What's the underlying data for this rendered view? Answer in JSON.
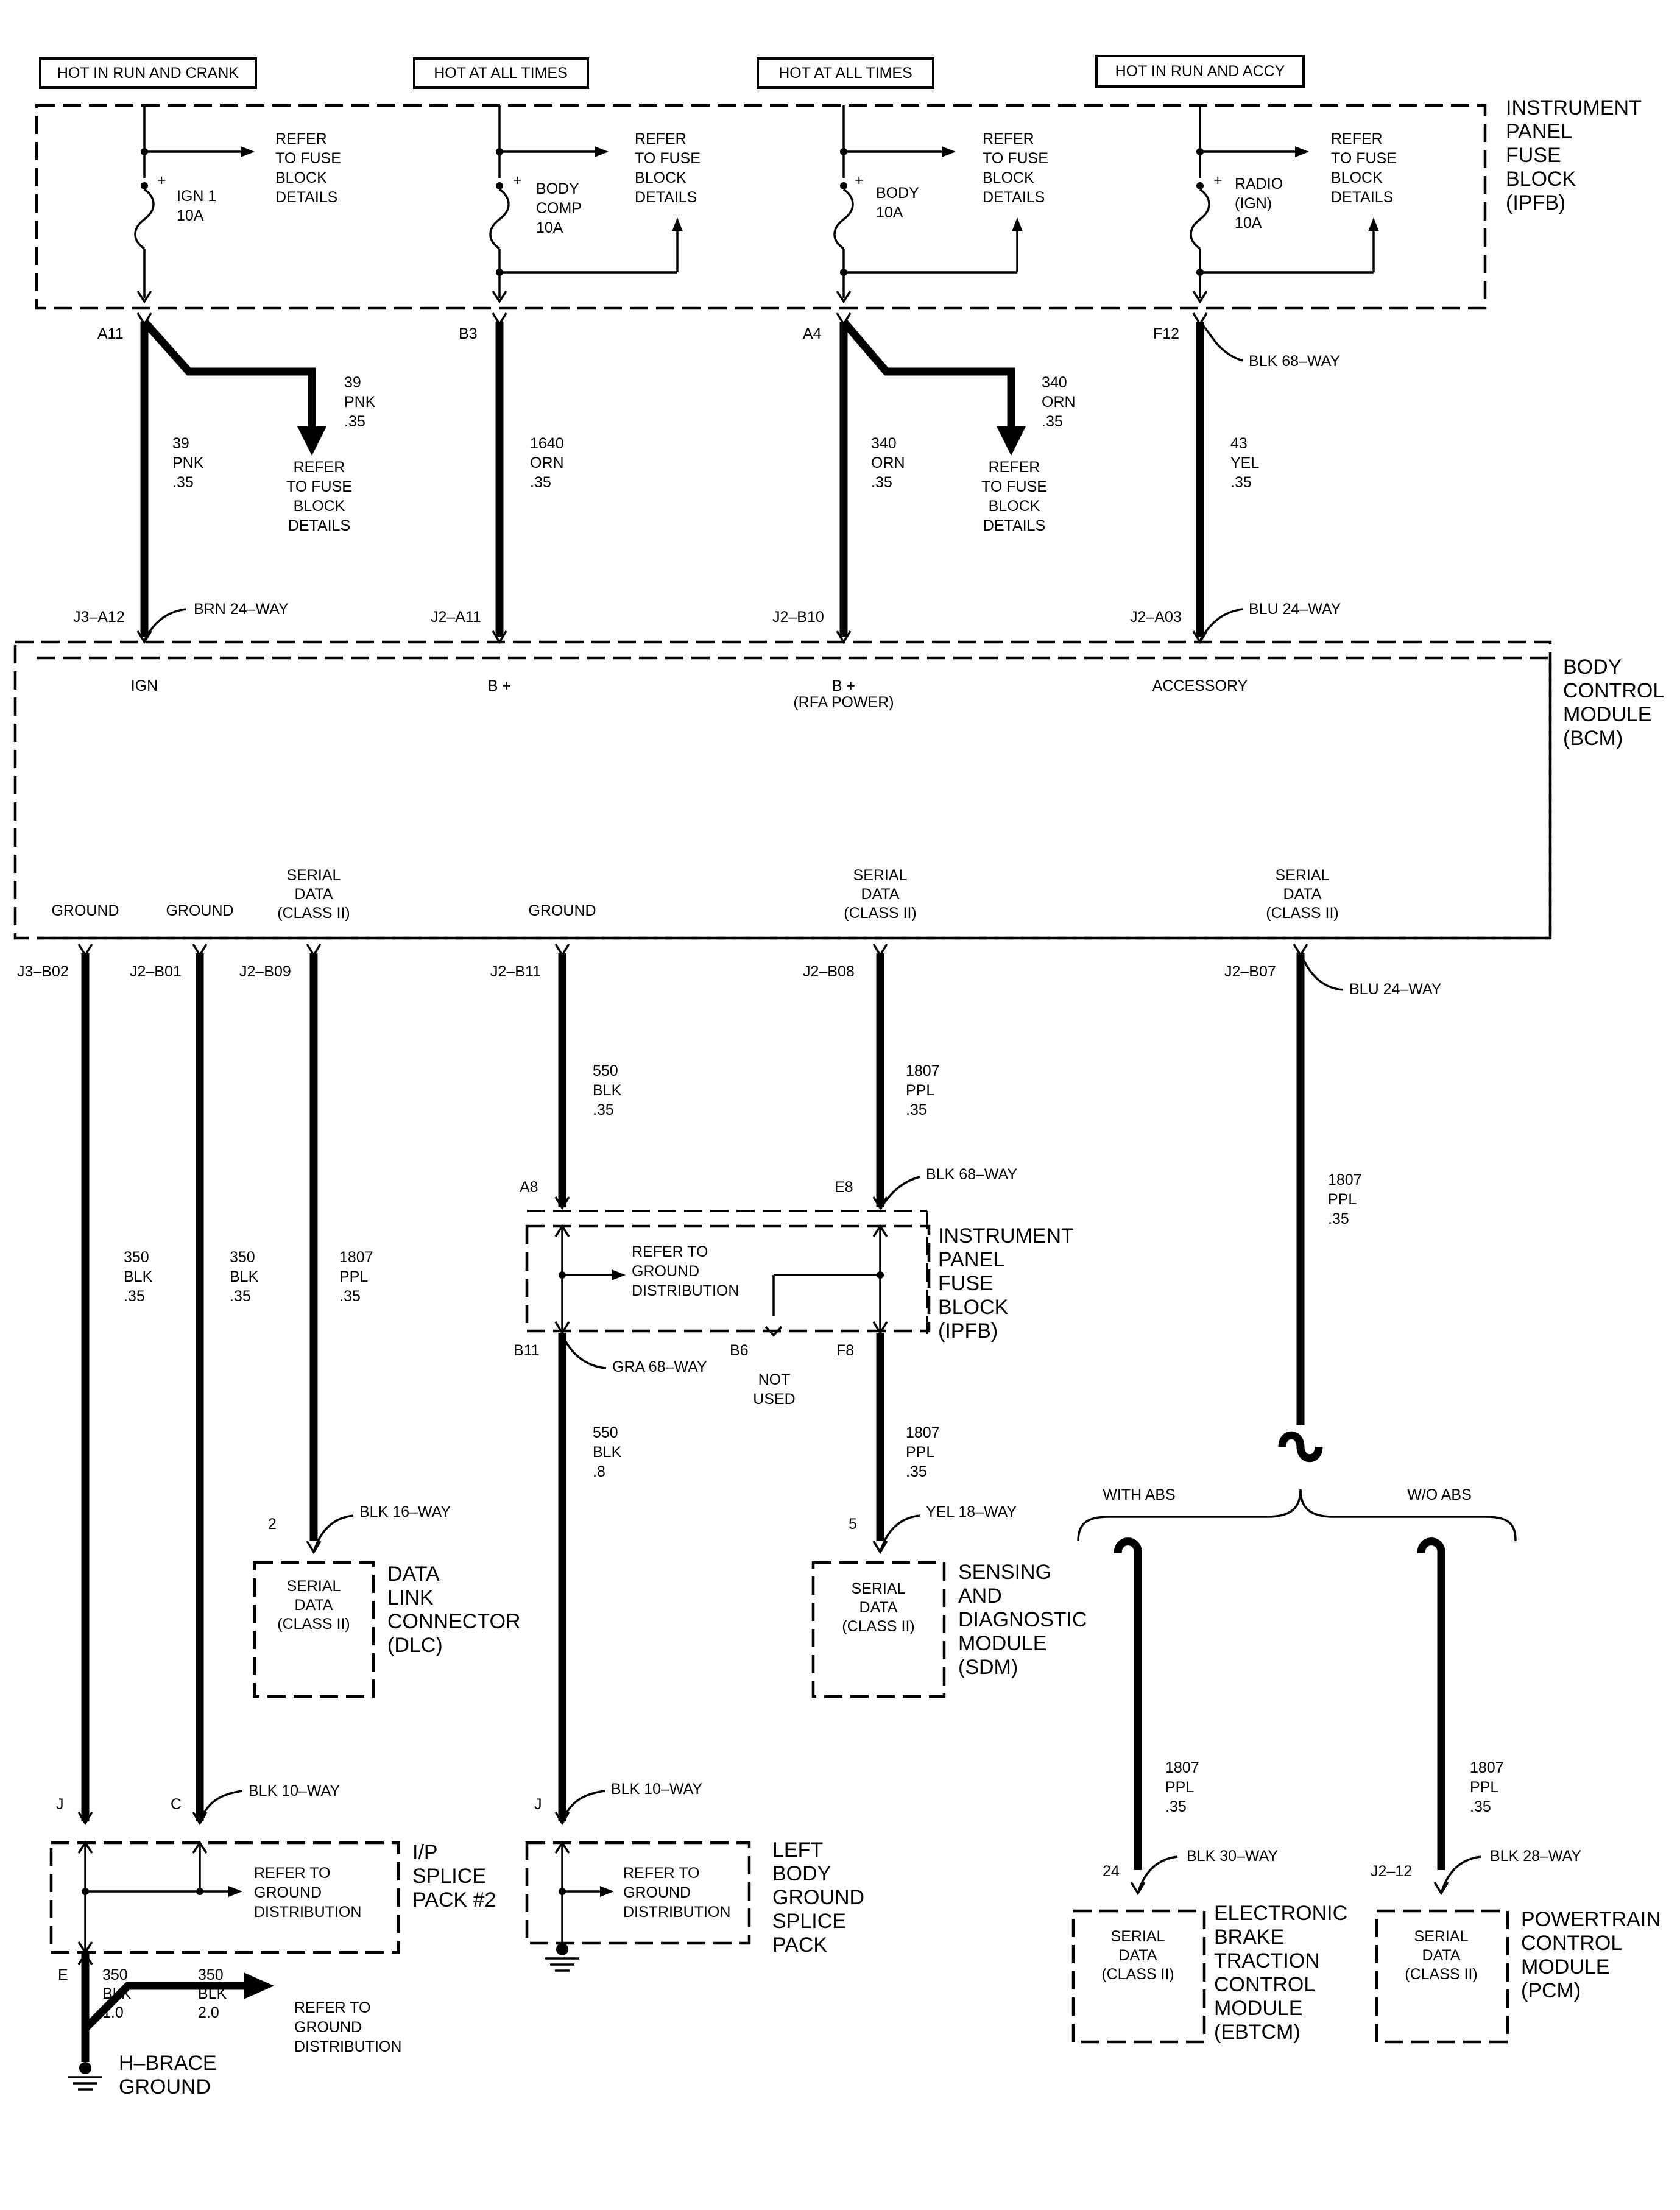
{
  "supply": {
    "run_crank": "HOT IN RUN AND CRANK",
    "all_times_1": "HOT AT ALL TIMES",
    "all_times_2": "HOT AT ALL TIMES",
    "run_accy": "HOT IN RUN AND ACCY"
  },
  "ipfb": {
    "name": [
      "INSTRUMENT",
      "PANEL",
      "FUSE",
      "BLOCK",
      "(IPFB)"
    ],
    "fuses": [
      {
        "name": [
          "IGN 1",
          "10A"
        ],
        "refer": [
          "REFER",
          "TO FUSE",
          "BLOCK",
          "DETAILS"
        ],
        "pin": "A11"
      },
      {
        "name": [
          "BODY",
          "COMP",
          "10A"
        ],
        "refer": [
          "REFER",
          "TO FUSE",
          "BLOCK",
          "DETAILS"
        ],
        "pin": "B3"
      },
      {
        "name": [
          "BODY",
          "10A"
        ],
        "refer": [
          "REFER",
          "TO FUSE",
          "BLOCK",
          "DETAILS"
        ],
        "pin": "A4"
      },
      {
        "name": [
          "RADIO",
          "(IGN)",
          "10A"
        ],
        "refer": [
          "REFER",
          "TO FUSE",
          "BLOCK",
          "DETAILS"
        ],
        "pin": "F12"
      }
    ],
    "plus": "+",
    "conn_f12": "BLK 68–WAY"
  },
  "top_wires": {
    "w1": [
      "39",
      "PNK",
      ".35"
    ],
    "w1b": [
      "39",
      "PNK",
      ".35"
    ],
    "w1_refer": [
      "REFER",
      "TO FUSE",
      "BLOCK",
      "DETAILS"
    ],
    "w2": [
      "1640",
      "ORN",
      ".35"
    ],
    "w3": [
      "340",
      "ORN",
      ".35"
    ],
    "w3b": [
      "340",
      "ORN",
      ".35"
    ],
    "w3_refer": [
      "REFER",
      "TO FUSE",
      "BLOCK",
      "DETAILS"
    ],
    "w4": [
      "43",
      "YEL",
      ".35"
    ]
  },
  "bcm": {
    "name": [
      "BODY",
      "CONTROL",
      "MODULE",
      "(BCM)"
    ],
    "in_pins": [
      "J3–A12",
      "J2–A11",
      "J2–B10",
      "J2–A03"
    ],
    "conn_brn": "BRN 24–WAY",
    "conn_blu": "BLU 24–WAY",
    "ign": "IGN",
    "bplus": "B +",
    "bplus_rfa": [
      "B +",
      "(RFA POWER)"
    ],
    "accessory": "ACCESSORY",
    "ground": "GROUND",
    "serial": [
      "SERIAL",
      "DATA",
      "(CLASS II)"
    ],
    "out_pins": [
      "J3–B02",
      "J2–B01",
      "J2–B09",
      "J2–B11",
      "J2–B08",
      "J2–B07"
    ],
    "conn_blu_out": "BLU 24–WAY"
  },
  "mid_wires": {
    "g350a": [
      "350",
      "BLK",
      ".35"
    ],
    "g350b": [
      "350",
      "BLK",
      ".35"
    ],
    "s1807a": [
      "1807",
      "PPL",
      ".35"
    ],
    "g550": [
      "550",
      "BLK",
      ".35"
    ],
    "s1807b": [
      "1807",
      "PPL",
      ".35"
    ],
    "s1807c": [
      "1807",
      "PPL",
      ".35"
    ],
    "g550b": [
      "550",
      "BLK",
      ".8"
    ],
    "s1807d": [
      "1807",
      "PPL",
      ".35"
    ],
    "s1807e": [
      "1807",
      "PPL",
      ".35"
    ],
    "s1807f": [
      "1807",
      "PPL",
      ".35"
    ]
  },
  "ipfb2": {
    "name": [
      "INSTRUMENT",
      "PANEL",
      "FUSE",
      "BLOCK",
      "(IPFB)"
    ],
    "refer": [
      "REFER TO",
      "GROUND",
      "DISTRIBUTION"
    ],
    "pin_a8": "A8",
    "pin_e8": "E8",
    "pin_b11": "B11",
    "pin_b6": "B6",
    "pin_f8": "F8",
    "conn_blk": "BLK 68–WAY",
    "conn_gra": "GRA 68–WAY",
    "not_used": [
      "NOT",
      "USED"
    ]
  },
  "dlc": {
    "pin": "2",
    "conn": "BLK 16–WAY",
    "inner": [
      "SERIAL",
      "DATA",
      "(CLASS II)"
    ],
    "name": [
      "DATA",
      "LINK",
      "CONNECTOR",
      "(DLC)"
    ]
  },
  "sdm": {
    "pin": "5",
    "conn": "YEL 18–WAY",
    "inner": [
      "SERIAL",
      "DATA",
      "(CLASS II)"
    ],
    "name": [
      "SENSING",
      "AND",
      "DIAGNOSTIC",
      "MODULE",
      "(SDM)"
    ]
  },
  "abs": {
    "with": "WITH ABS",
    "without": "W/O ABS"
  },
  "ebtcm": {
    "pin": "24",
    "conn": "BLK 30–WAY",
    "inner": [
      "SERIAL",
      "DATA",
      "(CLASS II)"
    ],
    "name": [
      "ELECTRONIC",
      "BRAKE",
      "TRACTION",
      "CONTROL",
      "MODULE",
      "(EBTCM)"
    ]
  },
  "pcm": {
    "pin": "J2–12",
    "conn": "BLK 28–WAY",
    "inner": [
      "SERIAL",
      "DATA",
      "(CLASS II)"
    ],
    "name": [
      "POWERTRAIN",
      "CONTROL",
      "MODULE",
      "(PCM)"
    ]
  },
  "splice2": {
    "pin_j": "J",
    "pin_c": "C",
    "conn": "BLK 10–WAY",
    "refer": [
      "REFER TO",
      "GROUND",
      "DISTRIBUTION"
    ],
    "name": [
      "I/P",
      "SPLICE",
      "PACK #2"
    ],
    "pin_e": "E",
    "w_a": [
      "350",
      "BLK",
      "1.0"
    ],
    "w_b": [
      "350",
      "BLK",
      "2.0"
    ],
    "out_refer": [
      "REFER TO",
      "GROUND",
      "DISTRIBUTION"
    ],
    "ground": [
      "H–BRACE",
      "GROUND"
    ]
  },
  "lbg": {
    "pin": "J",
    "conn": "BLK 10–WAY",
    "refer": [
      "REFER TO",
      "GROUND",
      "DISTRIBUTION"
    ],
    "name": [
      "LEFT",
      "BODY",
      "GROUND",
      "SPLICE",
      "PACK"
    ]
  }
}
